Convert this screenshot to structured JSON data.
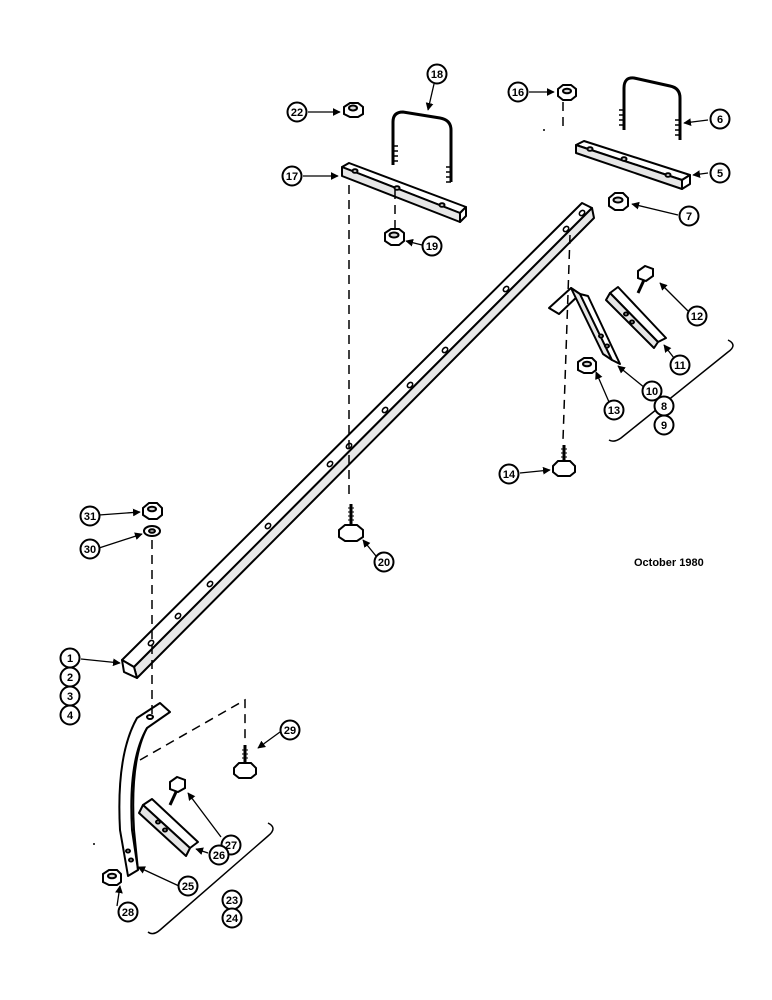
{
  "date_label": "October 1980",
  "callouts": [
    "1",
    "2",
    "3",
    "4",
    "5",
    "6",
    "7",
    "8",
    "9",
    "10",
    "11",
    "12",
    "13",
    "14",
    "16",
    "17",
    "18",
    "19",
    "20",
    "22",
    "23",
    "24",
    "25",
    "26",
    "27",
    "28",
    "29",
    "30",
    "31"
  ]
}
